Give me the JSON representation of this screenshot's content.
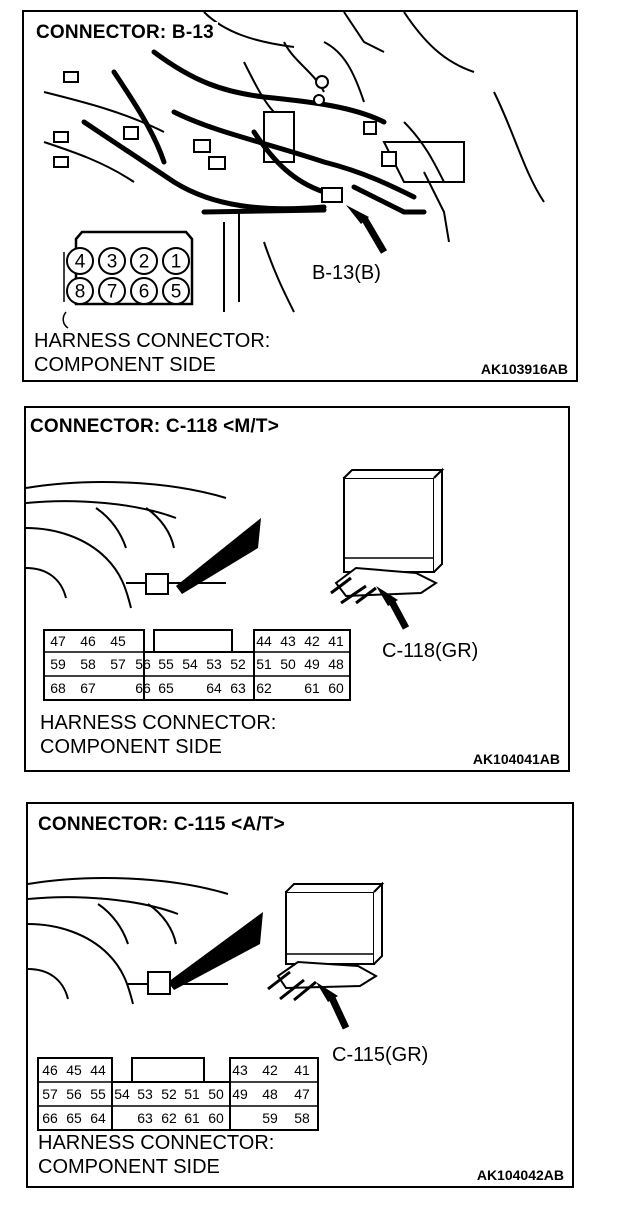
{
  "panels": [
    {
      "title": "CONNECTOR: B-13",
      "callout": "B-13(B)",
      "caption_line1": "HARNESS CONNECTOR:",
      "caption_line2": "COMPONENT SIDE",
      "code": "AK103916AB",
      "pins_top": [
        "4",
        "3",
        "2",
        "1"
      ],
      "pins_bottom": [
        "8",
        "7",
        "6",
        "5"
      ]
    },
    {
      "title": "CONNECTOR: C-118 <M/T>",
      "callout": "C-118(GR)",
      "caption_line1": "HARNESS CONNECTOR:",
      "caption_line2": "COMPONENT SIDE",
      "code": "AK104041AB",
      "rows": [
        [
          "47",
          "46",
          "45",
          "",
          "",
          "",
          "",
          "",
          "",
          "44",
          "43",
          "42",
          "41"
        ],
        [
          "59",
          "58",
          "57",
          "56",
          "55",
          "54",
          "53",
          "52",
          "51",
          "50",
          "49",
          "48"
        ],
        [
          "68",
          "67",
          "",
          "66",
          "65",
          "",
          "64",
          "63",
          "62",
          "",
          "61",
          "60"
        ]
      ]
    },
    {
      "title": "CONNECTOR: C-115 <A/T>",
      "callout": "C-115(GR)",
      "caption_line1": "HARNESS CONNECTOR:",
      "caption_line2": "COMPONENT SIDE",
      "code": "AK104042AB",
      "rows": [
        [
          "46",
          "45",
          "44",
          "43",
          "42",
          "41"
        ],
        [
          "57",
          "56",
          "55",
          "54",
          "53",
          "52",
          "51",
          "50",
          "49",
          "48",
          "47"
        ],
        [
          "66",
          "65",
          "64",
          "63",
          "62",
          "61",
          "60",
          "59",
          "58"
        ]
      ]
    }
  ]
}
